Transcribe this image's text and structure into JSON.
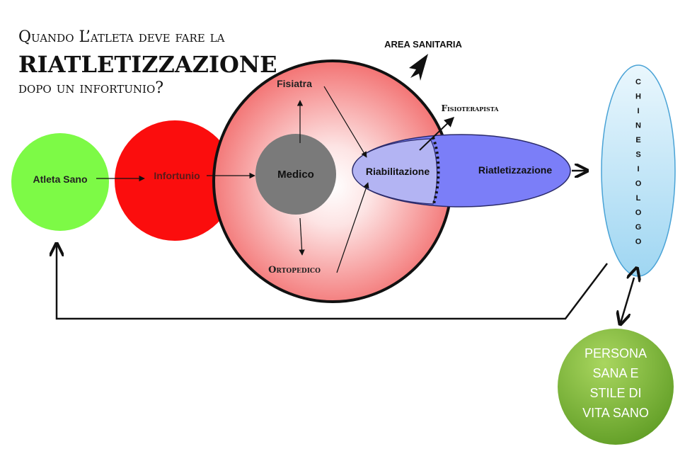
{
  "title": {
    "line1": "Quando L’atleta deve fare la",
    "line2": "RIATLETIZZAZIONE",
    "line3": "dopo un infortunio?"
  },
  "nodes": {
    "atleta_sano": "Atleta Sano",
    "infortunio": "Infortunio",
    "medico": "Medico",
    "fisiatra": "Fisiatra",
    "ortopedico": "Ortopedico",
    "riabilitazione": "Riabilitazione",
    "riatletizzazione": "Riatletizzazione",
    "fisioterapista": "Fisioterapista",
    "area_sanitaria": "AREA SANITARIA",
    "chinesiologo": "CHINESIOLOGO",
    "persona": [
      "PERSONA",
      "SANA E",
      "STILE DI",
      "VITA SANO"
    ]
  },
  "colors": {
    "green": "#7dfa46",
    "red": "#fb0d0d",
    "pink_edge": "#f47a7a",
    "grey": "#7a7a7a",
    "blue_light": "#b3b4f3",
    "blue": "#7b7ef8",
    "sky": "#bfe3f6",
    "olive": "#76b12f"
  }
}
